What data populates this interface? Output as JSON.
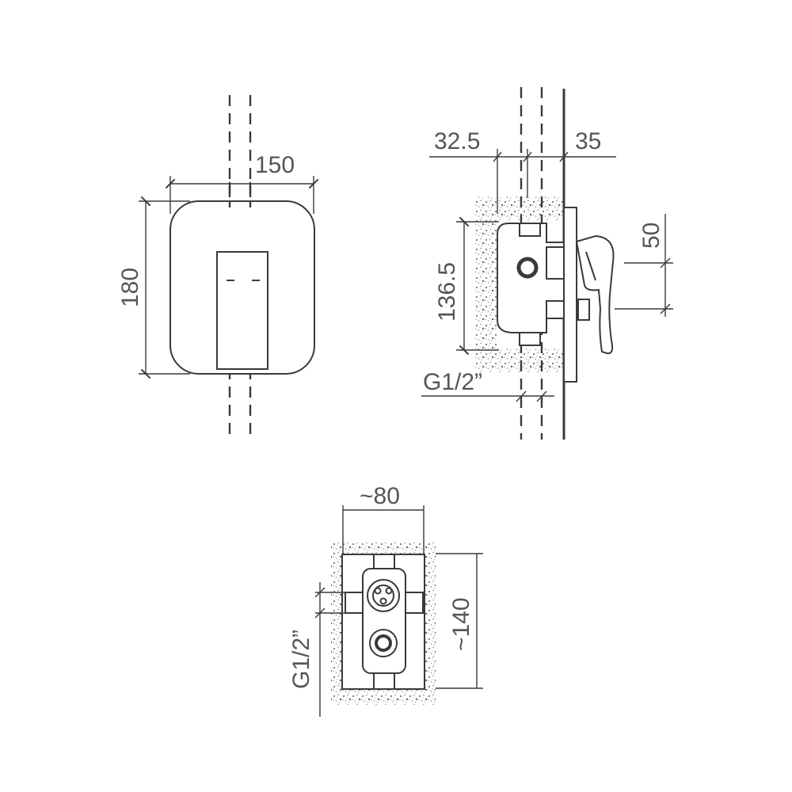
{
  "front_view": {
    "width_label": "150",
    "height_label": "180"
  },
  "side_view": {
    "depth_label_left": "32.5",
    "depth_label_right": "35",
    "height_label": "136.5",
    "handle_offset_label": "50",
    "thread_label": "G1/2”"
  },
  "box_view": {
    "width_label": "~80",
    "height_label": "~140",
    "thread_label": "G1/2”"
  },
  "colors": {
    "line": "#3a3a3a",
    "text": "#555555",
    "background": "#ffffff"
  }
}
